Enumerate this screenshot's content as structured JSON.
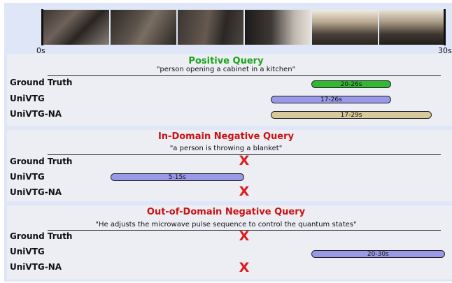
{
  "timeline": {
    "start_label": "0s",
    "end_label": "30s",
    "duration_s": 30
  },
  "frames": [
    {
      "name": "frame-1",
      "desc": "dark kitchen scene, person near counter"
    },
    {
      "name": "frame-2",
      "desc": "person standing in dim kitchen"
    },
    {
      "name": "frame-3",
      "desc": "person moving in dim room"
    },
    {
      "name": "frame-4",
      "desc": "blurred person close-up"
    },
    {
      "name": "frame-5",
      "desc": "person reaching up to a cabinet"
    },
    {
      "name": "frame-6",
      "desc": "person reaching cabinet in kitchen"
    }
  ],
  "sections": [
    {
      "title": "Positive Query",
      "title_color": "#1aa51a",
      "query": "\"person opening a cabinet in a kitchen\"",
      "rows": [
        {
          "label": "Ground Truth",
          "kind": "gt",
          "start": 20,
          "end": 26,
          "text": "20-26s"
        },
        {
          "label": "UniVTG",
          "kind": "univtg",
          "start": 17,
          "end": 26,
          "text": "17-26s"
        },
        {
          "label": "UniVTG-NA",
          "kind": "na",
          "start": 17,
          "end": 29,
          "text": "17-29s"
        }
      ]
    },
    {
      "title": "In-Domain Negative Query",
      "title_color": "#cc1111",
      "query": "\"a person is throwing a blanket\"",
      "rows": [
        {
          "label": "Ground Truth",
          "kind": "none"
        },
        {
          "label": "UniVTG",
          "kind": "univtg",
          "start": 5,
          "end": 15,
          "text": "5-15s"
        },
        {
          "label": "UniVTG-NA",
          "kind": "none"
        }
      ]
    },
    {
      "title": "Out-of-Domain Negative Query",
      "title_color": "#cc1111",
      "query": "\"He adjusts the microwave pulse sequence to control the quantum states\"",
      "rows": [
        {
          "label": "Ground Truth",
          "kind": "none"
        },
        {
          "label": "UniVTG",
          "kind": "univtg",
          "start": 20,
          "end": 30,
          "text": "20-30s"
        },
        {
          "label": "UniVTG-NA",
          "kind": "none"
        }
      ]
    }
  ],
  "no_moment_mark": "X"
}
